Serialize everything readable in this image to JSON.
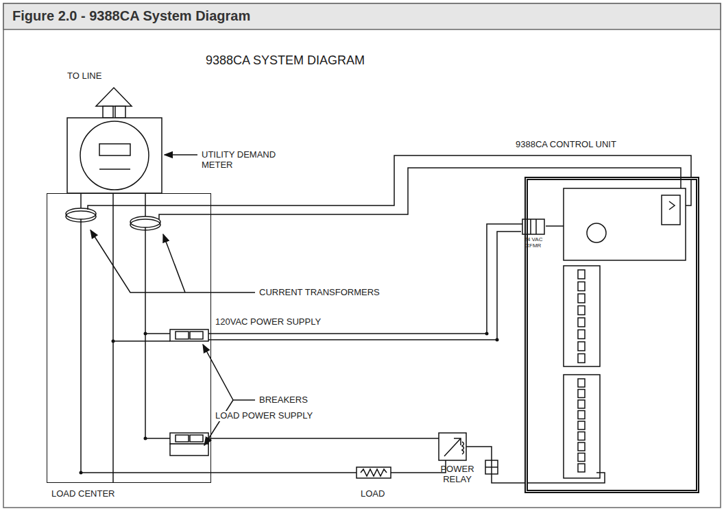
{
  "diagram": {
    "title": "Figure 2.0 - 9388CA System Diagram",
    "nodes": [
      {
        "text": [
          "LOAD CENTER"
        ]
      },
      {
        "text": [
          "LOAD"
        ]
      },
      {
        "text": [
          "POWER RELAY"
        ]
      },
      {
        "text": [
          "9388CA CONTROL UNIT"
        ]
      },
      {
        "text": [
          "24 VAC XFMR"
        ],
        "in": 3
      }
    ],
    "edges": [
      {
        "from": 0,
        "to": 1,
        "arrow": "none"
      },
      {
        "from": 1,
        "to": 2,
        "arrow": "none"
      },
      {
        "from": 0,
        "to": 2,
        "arrow": "none"
      },
      {
        "from": 2,
        "to": 3,
        "arrow": "none"
      },
      {
        "from": 0,
        "to": 3,
        "arrow": "none"
      },
      {
        "from": 0,
        "to": 4,
        "arrow": "none"
      }
    ],
    "labels": [
      "9388CA SYSTEM DIAGRAM",
      "TO LINE",
      "UTILITY DEMAND METER",
      "CURRENT TRANSFORMERS",
      "120VAC POWER SUPPLY",
      "BREAKERS",
      "LOAD POWER SUPPLY"
    ]
  }
}
